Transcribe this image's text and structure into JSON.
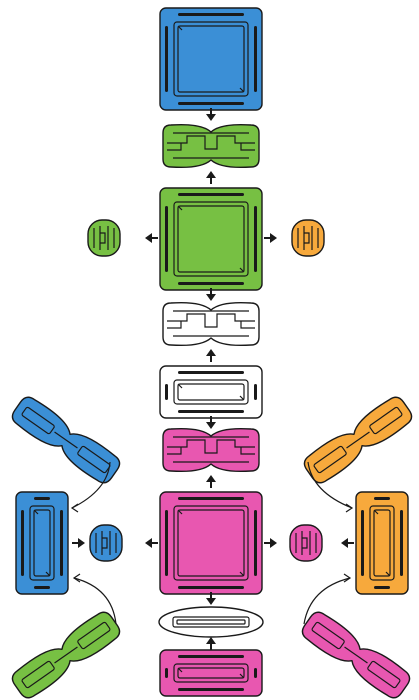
{
  "diagram": {
    "description_free": true,
    "colors": {
      "blue": "#3b8fd6",
      "green": "#77c043",
      "orange": "#f7a93c",
      "pink": "#e857b0",
      "white": "#ffffff",
      "outline": "#1a1a1a"
    },
    "tiles": [
      {
        "id": "tile-blue-square",
        "color": "blue"
      },
      {
        "id": "tile-green-square",
        "color": "green"
      },
      {
        "id": "tile-white-rect",
        "color": "white"
      },
      {
        "id": "tile-pink-square",
        "color": "pink"
      },
      {
        "id": "tile-pink-rect",
        "color": "pink"
      },
      {
        "id": "tile-blue-tall",
        "color": "blue"
      },
      {
        "id": "tile-orange-tall",
        "color": "orange"
      }
    ],
    "connectors": [
      {
        "id": "connector-green-h",
        "color": "green"
      },
      {
        "id": "connector-white-h",
        "color": "white"
      },
      {
        "id": "connector-pink-h",
        "color": "pink"
      },
      {
        "id": "connector-white-slim",
        "color": "white"
      },
      {
        "id": "connector-green-round",
        "color": "green"
      },
      {
        "id": "connector-orange-round",
        "color": "orange"
      },
      {
        "id": "connector-blue-round",
        "color": "blue"
      },
      {
        "id": "connector-pink-round",
        "color": "pink"
      },
      {
        "id": "diagonal-blue-piece",
        "color": "blue"
      },
      {
        "id": "diagonal-orange-piece",
        "color": "orange"
      },
      {
        "id": "diagonal-green-piece",
        "color": "green"
      },
      {
        "id": "diagonal-pink-piece",
        "color": "pink"
      }
    ]
  }
}
